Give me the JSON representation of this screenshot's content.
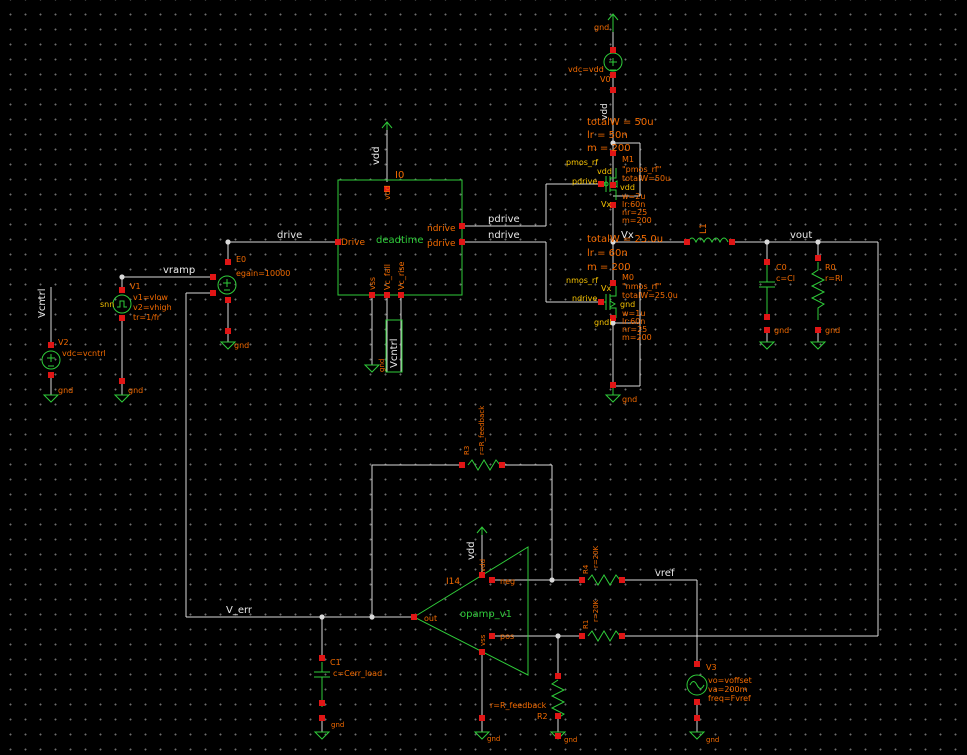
{
  "colors": {
    "background": "#000000",
    "wire": "#d9d9d9",
    "symbol": "#2fcc3a",
    "pin": "#e01515",
    "label_red": "#f26a00",
    "label_green": "#2fcc3a",
    "wire_label": "#e8e8e8",
    "instance_label": "#f7c300",
    "dots": "#6e6e6e"
  },
  "nets": {
    "vdd_top": "vdd",
    "drive": "drive",
    "vramp": "vramp",
    "pdrive": "pdrive",
    "ndrive": "ndrive",
    "vx": "Vx",
    "vout": "vout",
    "v_err": "V_err",
    "vref": "vref",
    "vcntrl": "Vcntrl"
  },
  "v0": {
    "gnd": "gnd",
    "name": "V0",
    "param": "vdc=vdd"
  },
  "m1": {
    "pin_vdd": "vdd",
    "header": [
      "totalW = 50u",
      "lr = 50n",
      "m = 200"
    ],
    "model": "pmos_rf",
    "name": "M1",
    "params": [
      "\"pmos_rf\"",
      "totalW=50u",
      "vdd",
      "w=2u",
      "lr:60n",
      "nr=25",
      "m=200"
    ],
    "pin_gate": "pdrive",
    "pin_drain": "Vx"
  },
  "m0": {
    "header": [
      "totalW = 25.0u",
      "lr = 60n",
      "m = 200"
    ],
    "model": "nmos_rf",
    "name": "M0",
    "params": [
      "\"nmos_rf\"",
      "totalW=25.0u",
      "gnd",
      "w=1u",
      "lr:60n",
      "nr=25",
      "m=200"
    ],
    "pin_gate": "ndrive",
    "pin_source": "gndl",
    "pin_drain": "Vx",
    "pin_body": "gndl",
    "gnd": "gnd"
  },
  "i0": {
    "name": "I0",
    "cell": "deadtime",
    "pin_vdd": "vdd",
    "pin_drive": "Drive",
    "pin_ndrive": "ndrive",
    "pin_pdrive": "pdrive",
    "pin_vss": "vss",
    "pin_vcfall": "Vc_fall",
    "pin_vcrise": "Vc_rise",
    "gnd": "gnd",
    "vcntrl": "Vcntrl",
    "vdd_net": "vdd"
  },
  "e0": {
    "name": "E0",
    "param": "egain=10000",
    "gnd": "gnd"
  },
  "v1": {
    "name": "V1",
    "model": "snn",
    "params": [
      "v1=vlow",
      "v2=vhigh",
      "tr=1/fr"
    ],
    "gnd": "gnd"
  },
  "v2": {
    "name": "V2",
    "param": "vdc=vcntrl",
    "gnd": "gnd"
  },
  "l1": {
    "name": "L1"
  },
  "c0": {
    "name": "C0",
    "param": "c=Cl",
    "gnd": "gnd"
  },
  "r0": {
    "name": "R0",
    "param": "r=Rl",
    "gnd": "gnd"
  },
  "r3": {
    "name": "R3",
    "param": "r=R_feedback"
  },
  "i14": {
    "name": "I14",
    "cell": "opamp_v1",
    "pin_neg": "neg",
    "pin_pos": "pos",
    "pin_out": "out",
    "pin_vdd": "vdd",
    "pin_vss": "vss",
    "vdd_net": "vdd",
    "gnd": "gnd"
  },
  "r4": {
    "name": "R4",
    "param": "r=20K"
  },
  "r1": {
    "name": "R1",
    "param": "r=20K"
  },
  "r2": {
    "name": "R2",
    "param": "r=R_feedback",
    "gnd": "gnd"
  },
  "c1": {
    "name": "C1",
    "param": "c=Cerr_load",
    "gnd": "gnd"
  },
  "v3": {
    "name": "V3",
    "params": [
      "vo=voffset",
      "va=200m",
      "freq=Fvref"
    ],
    "gnd": "gnd"
  }
}
